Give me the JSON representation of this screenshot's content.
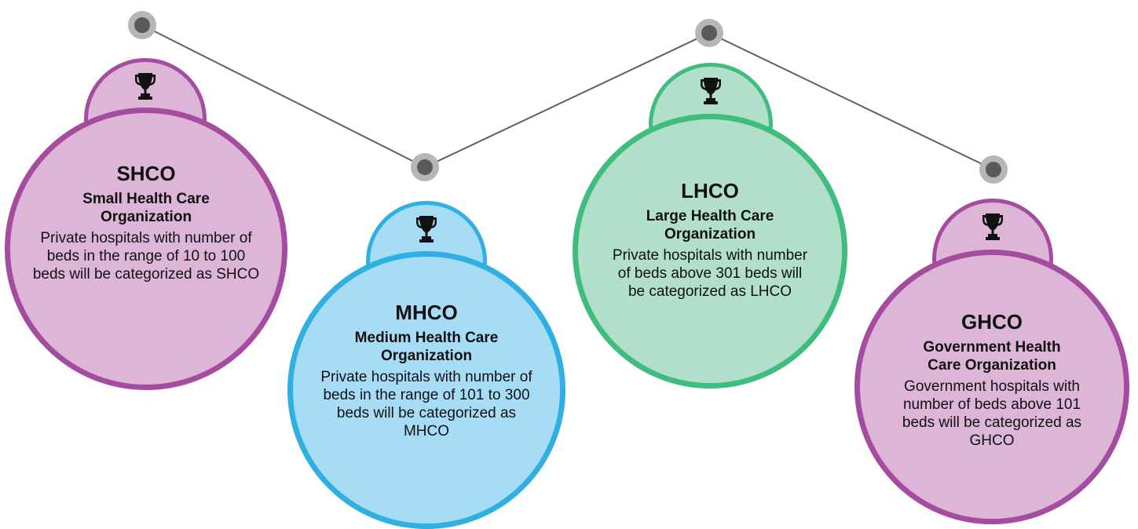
{
  "colors": {
    "line": "#606060",
    "node_outer": "#b6b6b6",
    "node_inner": "#5a5a5a",
    "trophy": "#111111"
  },
  "cards": [
    {
      "abbr": "SHCO",
      "full_name": "Small Health Care Organization",
      "description": "Private hospitals with number of beds in the range of 10 to 100 beds will be categorized as SHCO",
      "fill": "#dcb5d7",
      "border": "#a64ca0",
      "icon": "trophy-icon"
    },
    {
      "abbr": "MHCO",
      "full_name": "Medium Health Care Organization",
      "description": "Private hospitals with number of beds in the range of 101 to 300 beds will be categorized as MHCO",
      "fill": "#a6dcf5",
      "border": "#2fb0e0",
      "icon": "trophy-icon"
    },
    {
      "abbr": "LHCO",
      "full_name": "Large Health Care Organization",
      "description": "Private hospitals with number of beds above 301 beds will be categorized as LHCO",
      "fill": "#b1dfc9",
      "border": "#3fbd7e",
      "icon": "trophy-icon"
    },
    {
      "abbr": "GHCO",
      "full_name": "Government Health Care Organization",
      "description": "Government hospitals with number of beds above 101 beds will be categorized as GHCO",
      "fill": "#dcb5d7",
      "border": "#a64ca0",
      "icon": "trophy-icon"
    }
  ]
}
